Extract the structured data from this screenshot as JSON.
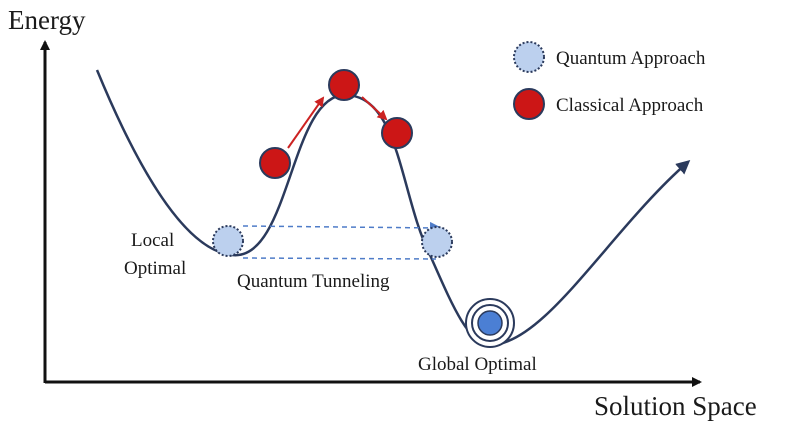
{
  "axes": {
    "y_label": "Energy",
    "x_label": "Solution Space"
  },
  "legend": {
    "quantum_label": "Quantum Approach",
    "classical_label": "Classical Approach"
  },
  "annotations": {
    "local_line1": "Local",
    "local_line2": "Optimal",
    "tunneling": "Quantum Tunneling",
    "global": "Global Optimal"
  },
  "colors": {
    "curve": "#2b3a5c",
    "quantum_fill": "#bcd0ee",
    "quantum_stroke": "#2b3a5c",
    "classical_fill": "#cc1616",
    "classical_arrow": "#cc2222",
    "tunnel_arrow": "#4f7cc8",
    "global_dot": "#4b7fd4"
  }
}
